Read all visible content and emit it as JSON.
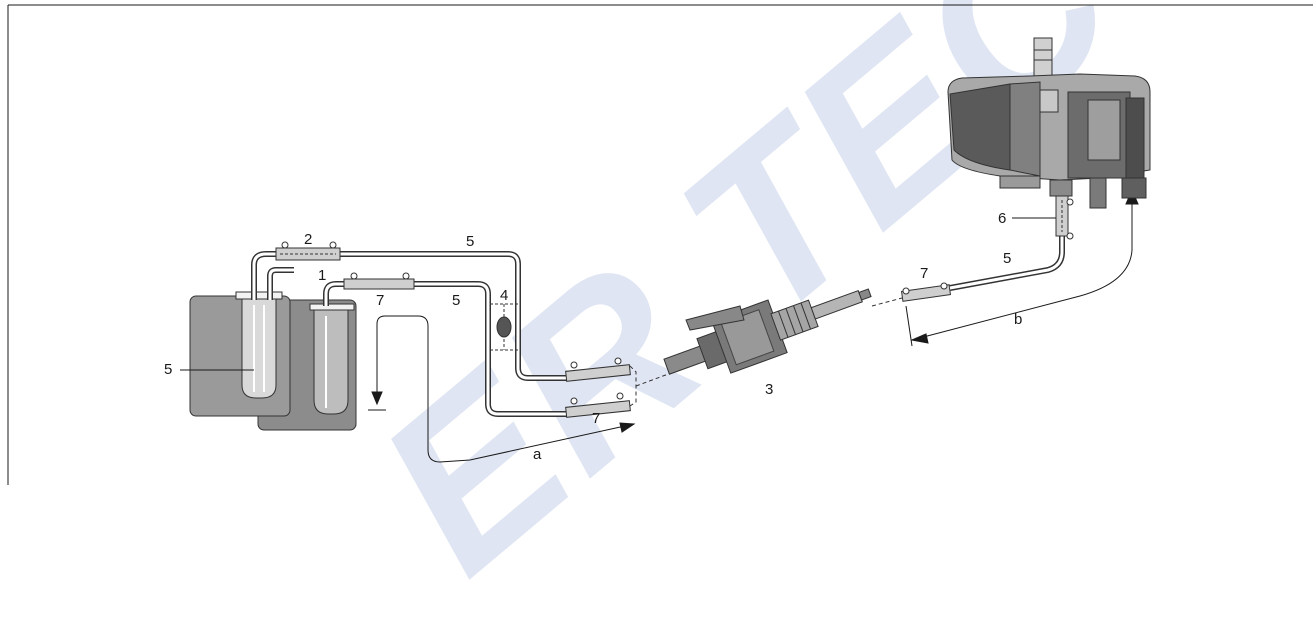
{
  "labels": {
    "l1": "1",
    "l2": "2",
    "l3": "3",
    "l4": "4",
    "l5_tank": "5",
    "l5_top": "5",
    "l5_mid": "5",
    "l5_right": "5",
    "l6": "6",
    "l7_left": "7",
    "l7_bottom": "7",
    "l7_right": "7",
    "la": "a",
    "lb": "b"
  },
  "watermark": {
    "text": "ER TEC"
  },
  "colors": {
    "line": "#1a1a1a",
    "tank_fill": "#8c8c8c",
    "tank_front": "#9a9a9a",
    "heater_dark": "#5a5a5a",
    "heater_light": "#a9a9a9",
    "watermark": "#dfe5f3"
  }
}
